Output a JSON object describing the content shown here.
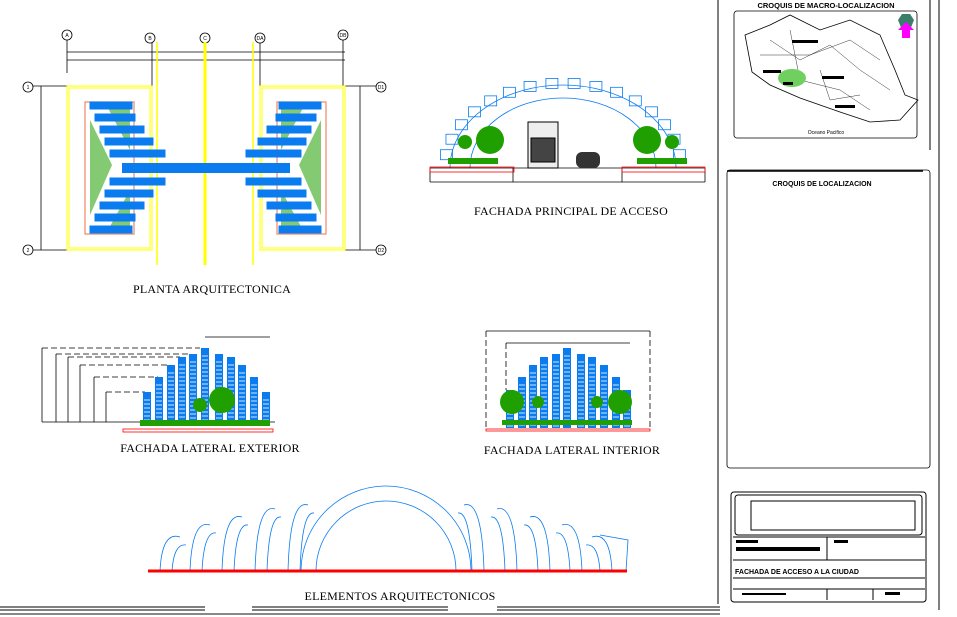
{
  "drawing": {
    "titles": {
      "plan": "PLANTA ARQUITECTONICA",
      "front": "FACHADA PRINCIPAL DE ACCESO",
      "lateral_ext": "FACHADA LATERAL EXTERIOR",
      "lateral_int": "FACHADA LATERAL INTERIOR",
      "elements": "ELEMENTOS ARQUITECTONICOS"
    },
    "grid_axes": {
      "top": [
        "A",
        "B",
        "C",
        "DA",
        "DB"
      ],
      "left": [
        "1",
        "2"
      ],
      "right": [
        "D1",
        "D2"
      ]
    }
  },
  "side_panel": {
    "macro_title": "CROQUIS DE MACRO-LOCALIZACION",
    "ocean_label": "Oceano Pacifico",
    "local_title": "CROQUIS DE LOCALIZACION"
  },
  "title_block": {
    "project_text": "FACHADA DE ACCESO A LA CIUDAD"
  },
  "colors": {
    "structure": "#0a7cf0",
    "vegetation": "#1fa000",
    "axis": "#ffff00",
    "ground": "#ff0000",
    "base": "#f09070",
    "north_arrow": [
      "#3a7f6a",
      "#ff00ff"
    ]
  }
}
